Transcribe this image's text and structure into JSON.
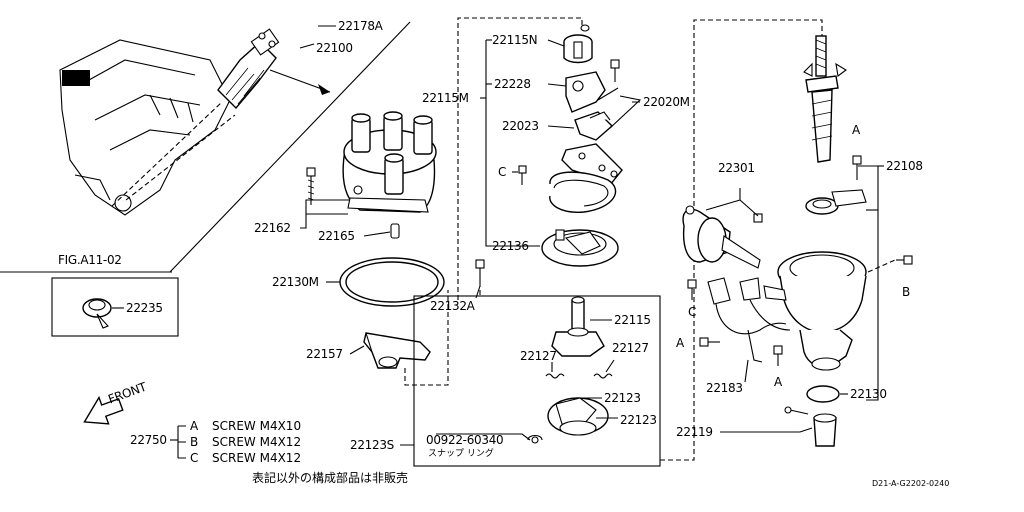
{
  "labels": {
    "p22178A": "22178A",
    "p22100": "22100",
    "p22115N": "22115N",
    "p22228": "22228",
    "p22115M": "22115M",
    "p22020M": "22020M",
    "p22023": "22023",
    "pC1": "C",
    "p22136": "22136",
    "p22162": "22162",
    "p22165": "22165",
    "fig": "FIG.A11-02",
    "p22130M": "22130M",
    "p22132A": "22132A",
    "p22235": "22235",
    "p22157": "22157",
    "p22115": "22115",
    "p22127a": "22127",
    "p22127b": "22127",
    "p22123a": "22123",
    "p22123b": "22123",
    "p22123S": "22123S",
    "p00922": "00922-60340",
    "snap": "スナップ リング",
    "p22301": "22301",
    "pA1": "A",
    "p22108": "22108",
    "pB1": "B",
    "pC2": "C",
    "pA2": "A",
    "pA3": "A",
    "p22183": "22183",
    "p22130": "22130",
    "p22119": "22119",
    "front": "FRONT",
    "p22750": "22750"
  },
  "legend": [
    {
      "code": "A",
      "text": "SCREW M4X10"
    },
    {
      "code": "B",
      "text": "SCREW M4X12"
    },
    {
      "code": "C",
      "text": "SCREW M4X12"
    }
  ],
  "note": "表記以外の構成部品は非販売",
  "drawing_no": "D21-A-G2202-0240"
}
